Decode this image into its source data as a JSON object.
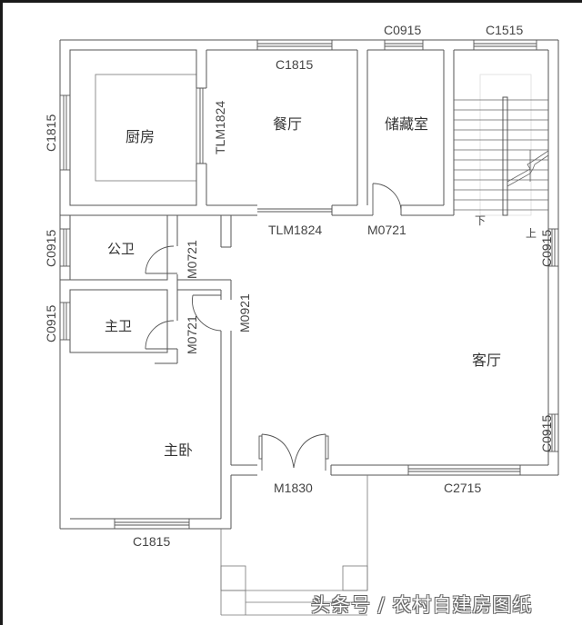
{
  "drawing": {
    "type": "residential floor plan",
    "background": "#ffffff",
    "line_color": "#555555"
  },
  "rooms": {
    "kitchen": "厨房",
    "dining": "餐厅",
    "storage": "储藏室",
    "public_bath": "公卫",
    "master_bath": "主卫",
    "living": "客厅",
    "master_bedroom": "主卧"
  },
  "windows": {
    "kitchen_west": "C1815",
    "dining_north": "C1815",
    "storage_north": "C0915",
    "stair_north": "C1515",
    "public_bath_west": "C0915",
    "master_bath_west": "C0915",
    "stair_east": "C0915",
    "living_east": "C0915",
    "living_south": "C2715",
    "bedroom_south": "C1815"
  },
  "doors": {
    "kitchen_dining_slider": "TLM1824",
    "dining_living_slider": "TLM1824",
    "storage": "M0721",
    "public_bath": "M0721",
    "master_bath": "M0721",
    "bedroom": "M0921",
    "entrance": "M1830"
  },
  "stairs": {
    "down_label": "下",
    "up_label": "上"
  },
  "watermark": "头条号 / 农村自建房图纸"
}
